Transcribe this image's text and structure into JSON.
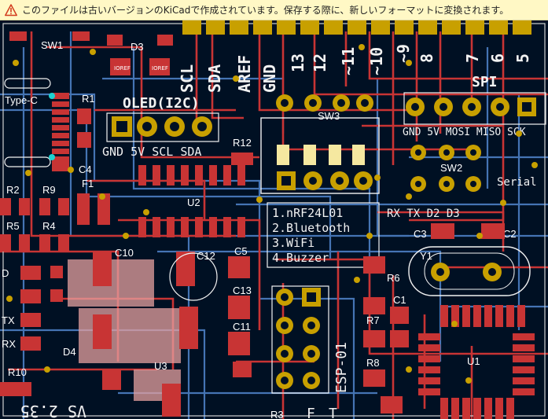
{
  "banner": {
    "icon": "warning-icon",
    "message": "このファイルは古いバージョンのKiCadで作成されています。保存する際に、新しいフォーマットに変換されます。"
  },
  "colors": {
    "background": "#001023",
    "copper_front": "#c83434",
    "copper_back": "#4d7fc4",
    "silkscreen": "#f2f2f2",
    "pads": "#c8a000",
    "edge": "#d0d0d0",
    "banner_bg": "#fff8c5"
  },
  "board": {
    "header_pins": [
      "SCL",
      "SDA",
      "AREF",
      "GND",
      "13",
      "12",
      "~11",
      "~10",
      "~9",
      "8",
      "7",
      "6",
      "5"
    ],
    "oled_label": "OLED(I2C)",
    "oled_pins": "GND 5V SCL SDA",
    "spi_label": "SPI",
    "spi_pins": "GND 5V MOSI MISO SCK",
    "serial_label": "Serial",
    "usb_label": "Type-C",
    "mode_list": [
      "1.nRF24L01",
      "2.Bluetooth",
      "3.WiFi",
      "4.Buzzer"
    ],
    "mode_header": "RX TX D2 D3",
    "esp_label": "ESP-01",
    "bottom_texts": [
      "VS 2.35",
      "F",
      "T"
    ],
    "refs": {
      "sw1": "SW1",
      "d3": "D3",
      "r1": "R1",
      "c4": "C4",
      "r2": "R2",
      "r9": "R9",
      "r5": "R5",
      "r4": "R4",
      "f1": "F1",
      "u2": "U2",
      "r12": "R12",
      "sw3": "SW3",
      "sw2": "SW2",
      "c10": "C10",
      "c12": "C12",
      "c5": "C5",
      "c13": "C13",
      "c11": "C11",
      "d4": "D4",
      "r10": "R10",
      "u3": "U3",
      "r6": "R6",
      "r7": "R7",
      "r8": "R8",
      "c1": "C1",
      "y1": "Y1",
      "c3": "C3",
      "c2": "C2",
      "r3": "R3",
      "u1": "U1"
    },
    "side_labels": {
      "tx": "TX",
      "rx": "RX",
      "d": "D"
    }
  }
}
